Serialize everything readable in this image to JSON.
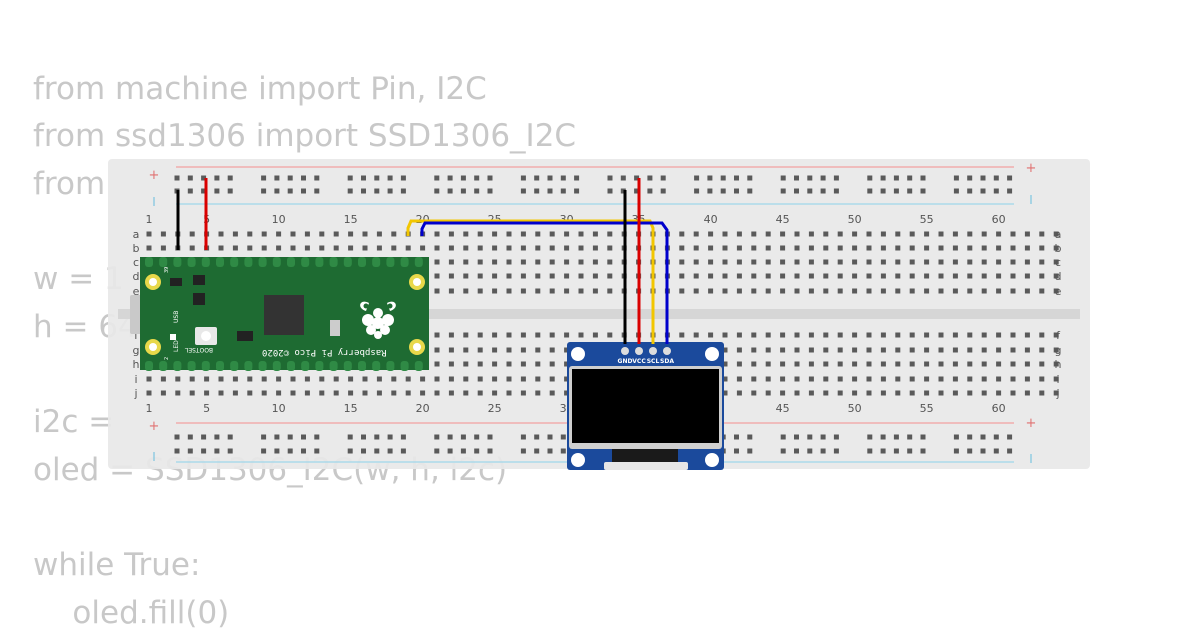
{
  "code": {
    "lines": [
      {
        "text": "from machine import Pin, I2C"
      },
      {
        "text": "from ssd1306 import SSD1306_I2C"
      },
      {
        "text": "from"
      },
      {
        "text": ""
      },
      {
        "text": "w = 1"
      },
      {
        "text": "h = 64"
      },
      {
        "text": ""
      },
      {
        "text": "i2c ="
      },
      {
        "text": "oled = SSD1306_I2C(w, h, i2c)"
      },
      {
        "text": ""
      },
      {
        "text": "while True:"
      },
      {
        "text": "    oled.fill(0)"
      }
    ]
  },
  "breadboard": {
    "plus_sign": "+",
    "minus_sign": "-",
    "column_numbers": [
      "1",
      "5",
      "10",
      "15",
      "20",
      "25",
      "30",
      "35",
      "40",
      "45",
      "50",
      "55",
      "60"
    ],
    "rows_top": [
      "a",
      "b",
      "c",
      "d",
      "e"
    ],
    "rows_bottom": [
      "f",
      "g",
      "h",
      "i",
      "j"
    ]
  },
  "pico": {
    "title": "Raspberry Pi Pico ©2020",
    "bootsel_label": "BOOTSEL",
    "led_label": "LED",
    "usb_label": "USB",
    "pin_top": "39",
    "pin_bottom": "2"
  },
  "oled": {
    "pins": [
      "GND",
      "VCC",
      "SCL",
      "SDA"
    ]
  },
  "colors": {
    "wire_gnd": "#000000",
    "wire_vcc": "#d90000",
    "wire_scl": "#f2c600",
    "wire_sda": "#0000cc",
    "pico_green": "#1e6b32",
    "oled_blue": "#1b4a9c"
  }
}
